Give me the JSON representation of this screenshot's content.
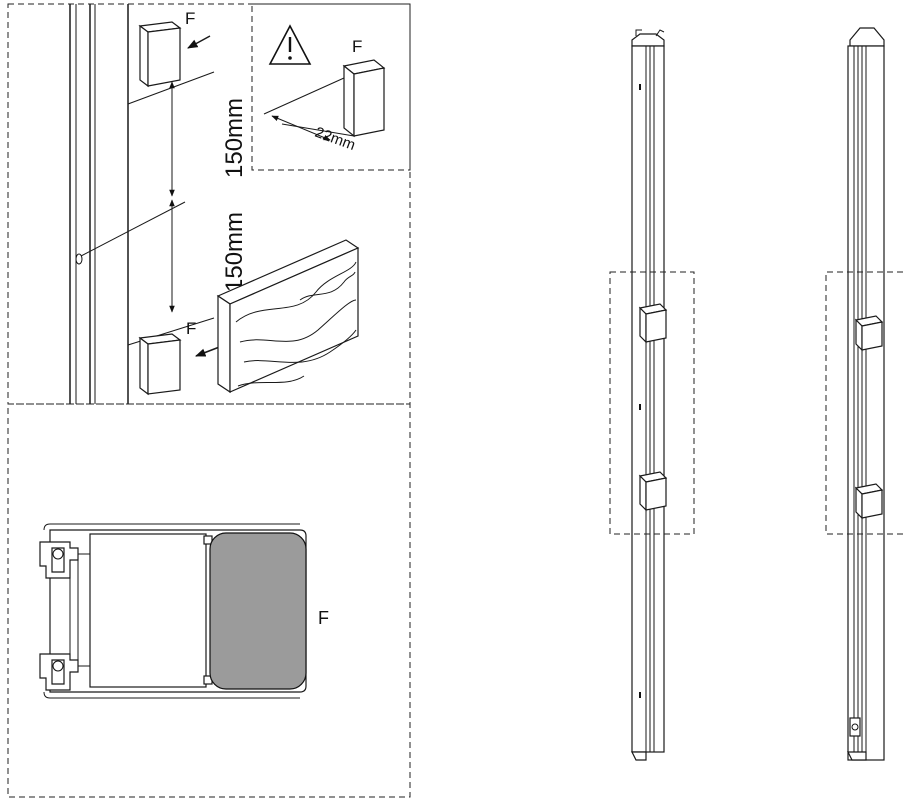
{
  "labels": {
    "force_top": "F",
    "force_bottom": "F",
    "force_warning": "F",
    "force_section": "F",
    "spacing_upper": "150mm",
    "spacing_lower": "150mm",
    "gap_warning": "22mm"
  },
  "colors": {
    "line": "#1a1a1a",
    "infill": "#9b9b9b",
    "background": "#ffffff"
  },
  "icons": {
    "warning": "warning-triangle-icon",
    "arrow": "push-arrow-icon",
    "material": "wood-block-icon"
  }
}
